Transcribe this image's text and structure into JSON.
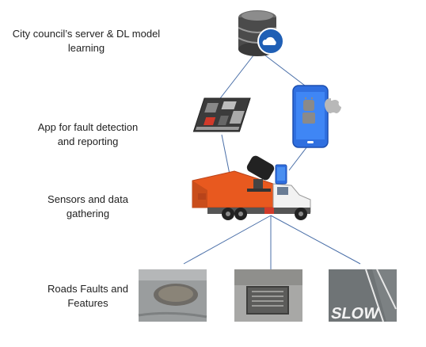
{
  "labels": {
    "server": "City council’s server & DL model learning",
    "app": "App for fault detection and reporting",
    "sensors": "Sensors and data gathering",
    "roads": "Roads Faults and Features"
  },
  "road_markings": {
    "slow": "SLOW"
  },
  "icons": {
    "server": "database-cloud-icon",
    "board": "raspberry-pi-board-icon",
    "phone": "smartphone-android-apple-icon",
    "truck": "garbage-truck-with-sensors-icon"
  },
  "colors": {
    "connector": "#4a6fa8",
    "truck_body": "#e8591f",
    "phone_blue": "#2f6fe0",
    "server_cloud": "#1f5fb5"
  }
}
